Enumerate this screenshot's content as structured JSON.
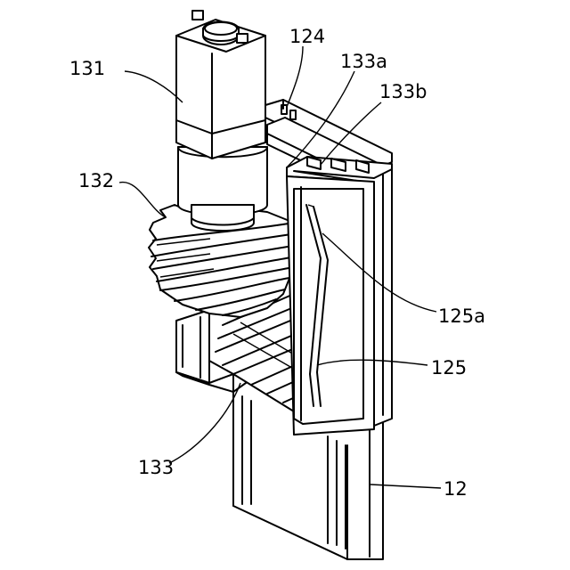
{
  "labels": {
    "l124": "124",
    "l131": "131",
    "l133a": "133a",
    "l133b": "133b",
    "l132": "132",
    "l125a": "125a",
    "l125": "125",
    "l133": "133",
    "l12": "12"
  }
}
